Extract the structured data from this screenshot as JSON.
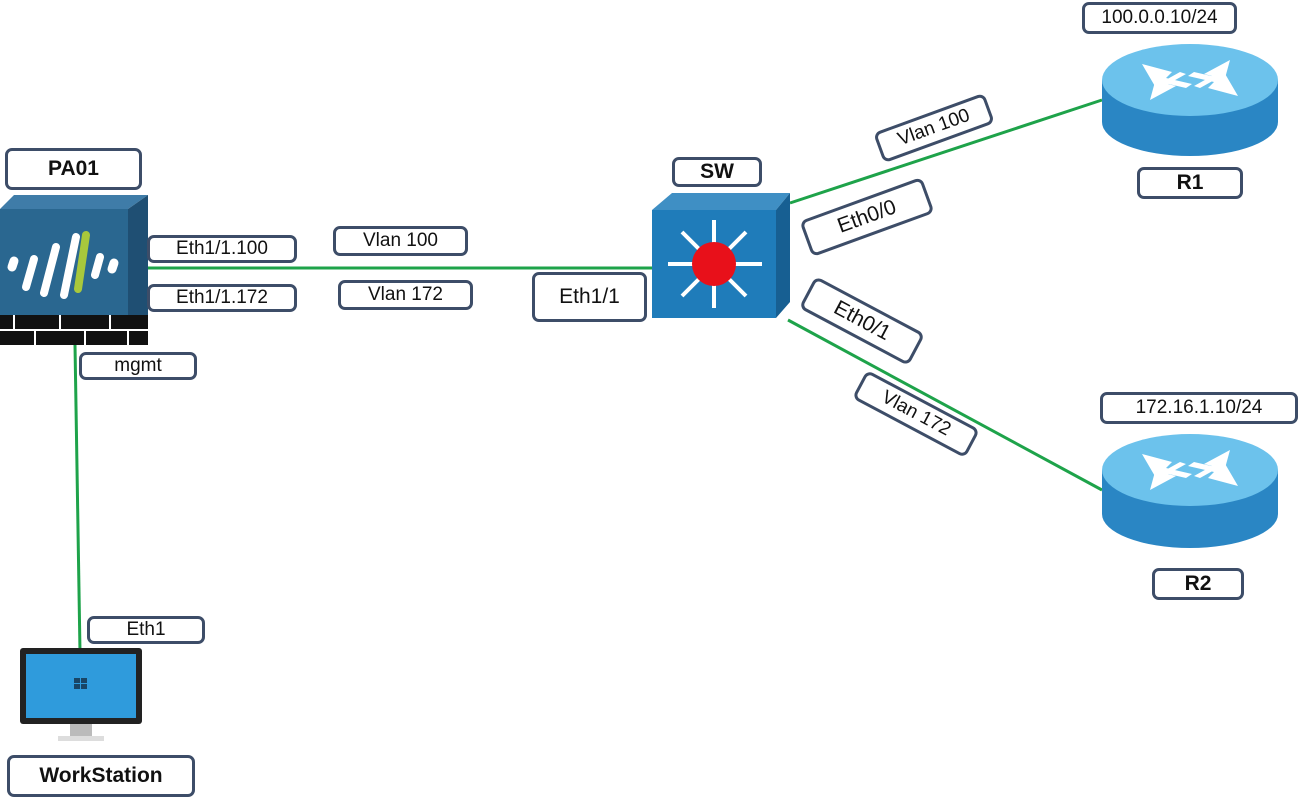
{
  "devices": {
    "pa01": {
      "name": "PA01"
    },
    "sw": {
      "name": "SW"
    },
    "r1": {
      "name": "R1",
      "ip": "100.0.0.10/24"
    },
    "r2": {
      "name": "R2",
      "ip": "172.16.1.10/24"
    },
    "workstation": {
      "name": "WorkStation"
    }
  },
  "interfaces": {
    "pa_eth100": "Eth1/1.100",
    "pa_eth172": "Eth1/1.172",
    "pa_mgmt": "mgmt",
    "ws_eth1": "Eth1",
    "sw_eth11": "Eth1/1",
    "sw_eth00": "Eth0/0",
    "sw_eth01": "Eth0/1"
  },
  "vlans": {
    "trunk_vlan100": "Vlan 100",
    "trunk_vlan172": "Vlan 172",
    "r1_vlan": "Vlan 100",
    "r2_vlan": "Vlan 172"
  },
  "colors": {
    "link": "#1ea34a",
    "label_border": "#3d4d68",
    "device_blue": "#2a6c9a",
    "router_blue": "#5fb8e6"
  }
}
